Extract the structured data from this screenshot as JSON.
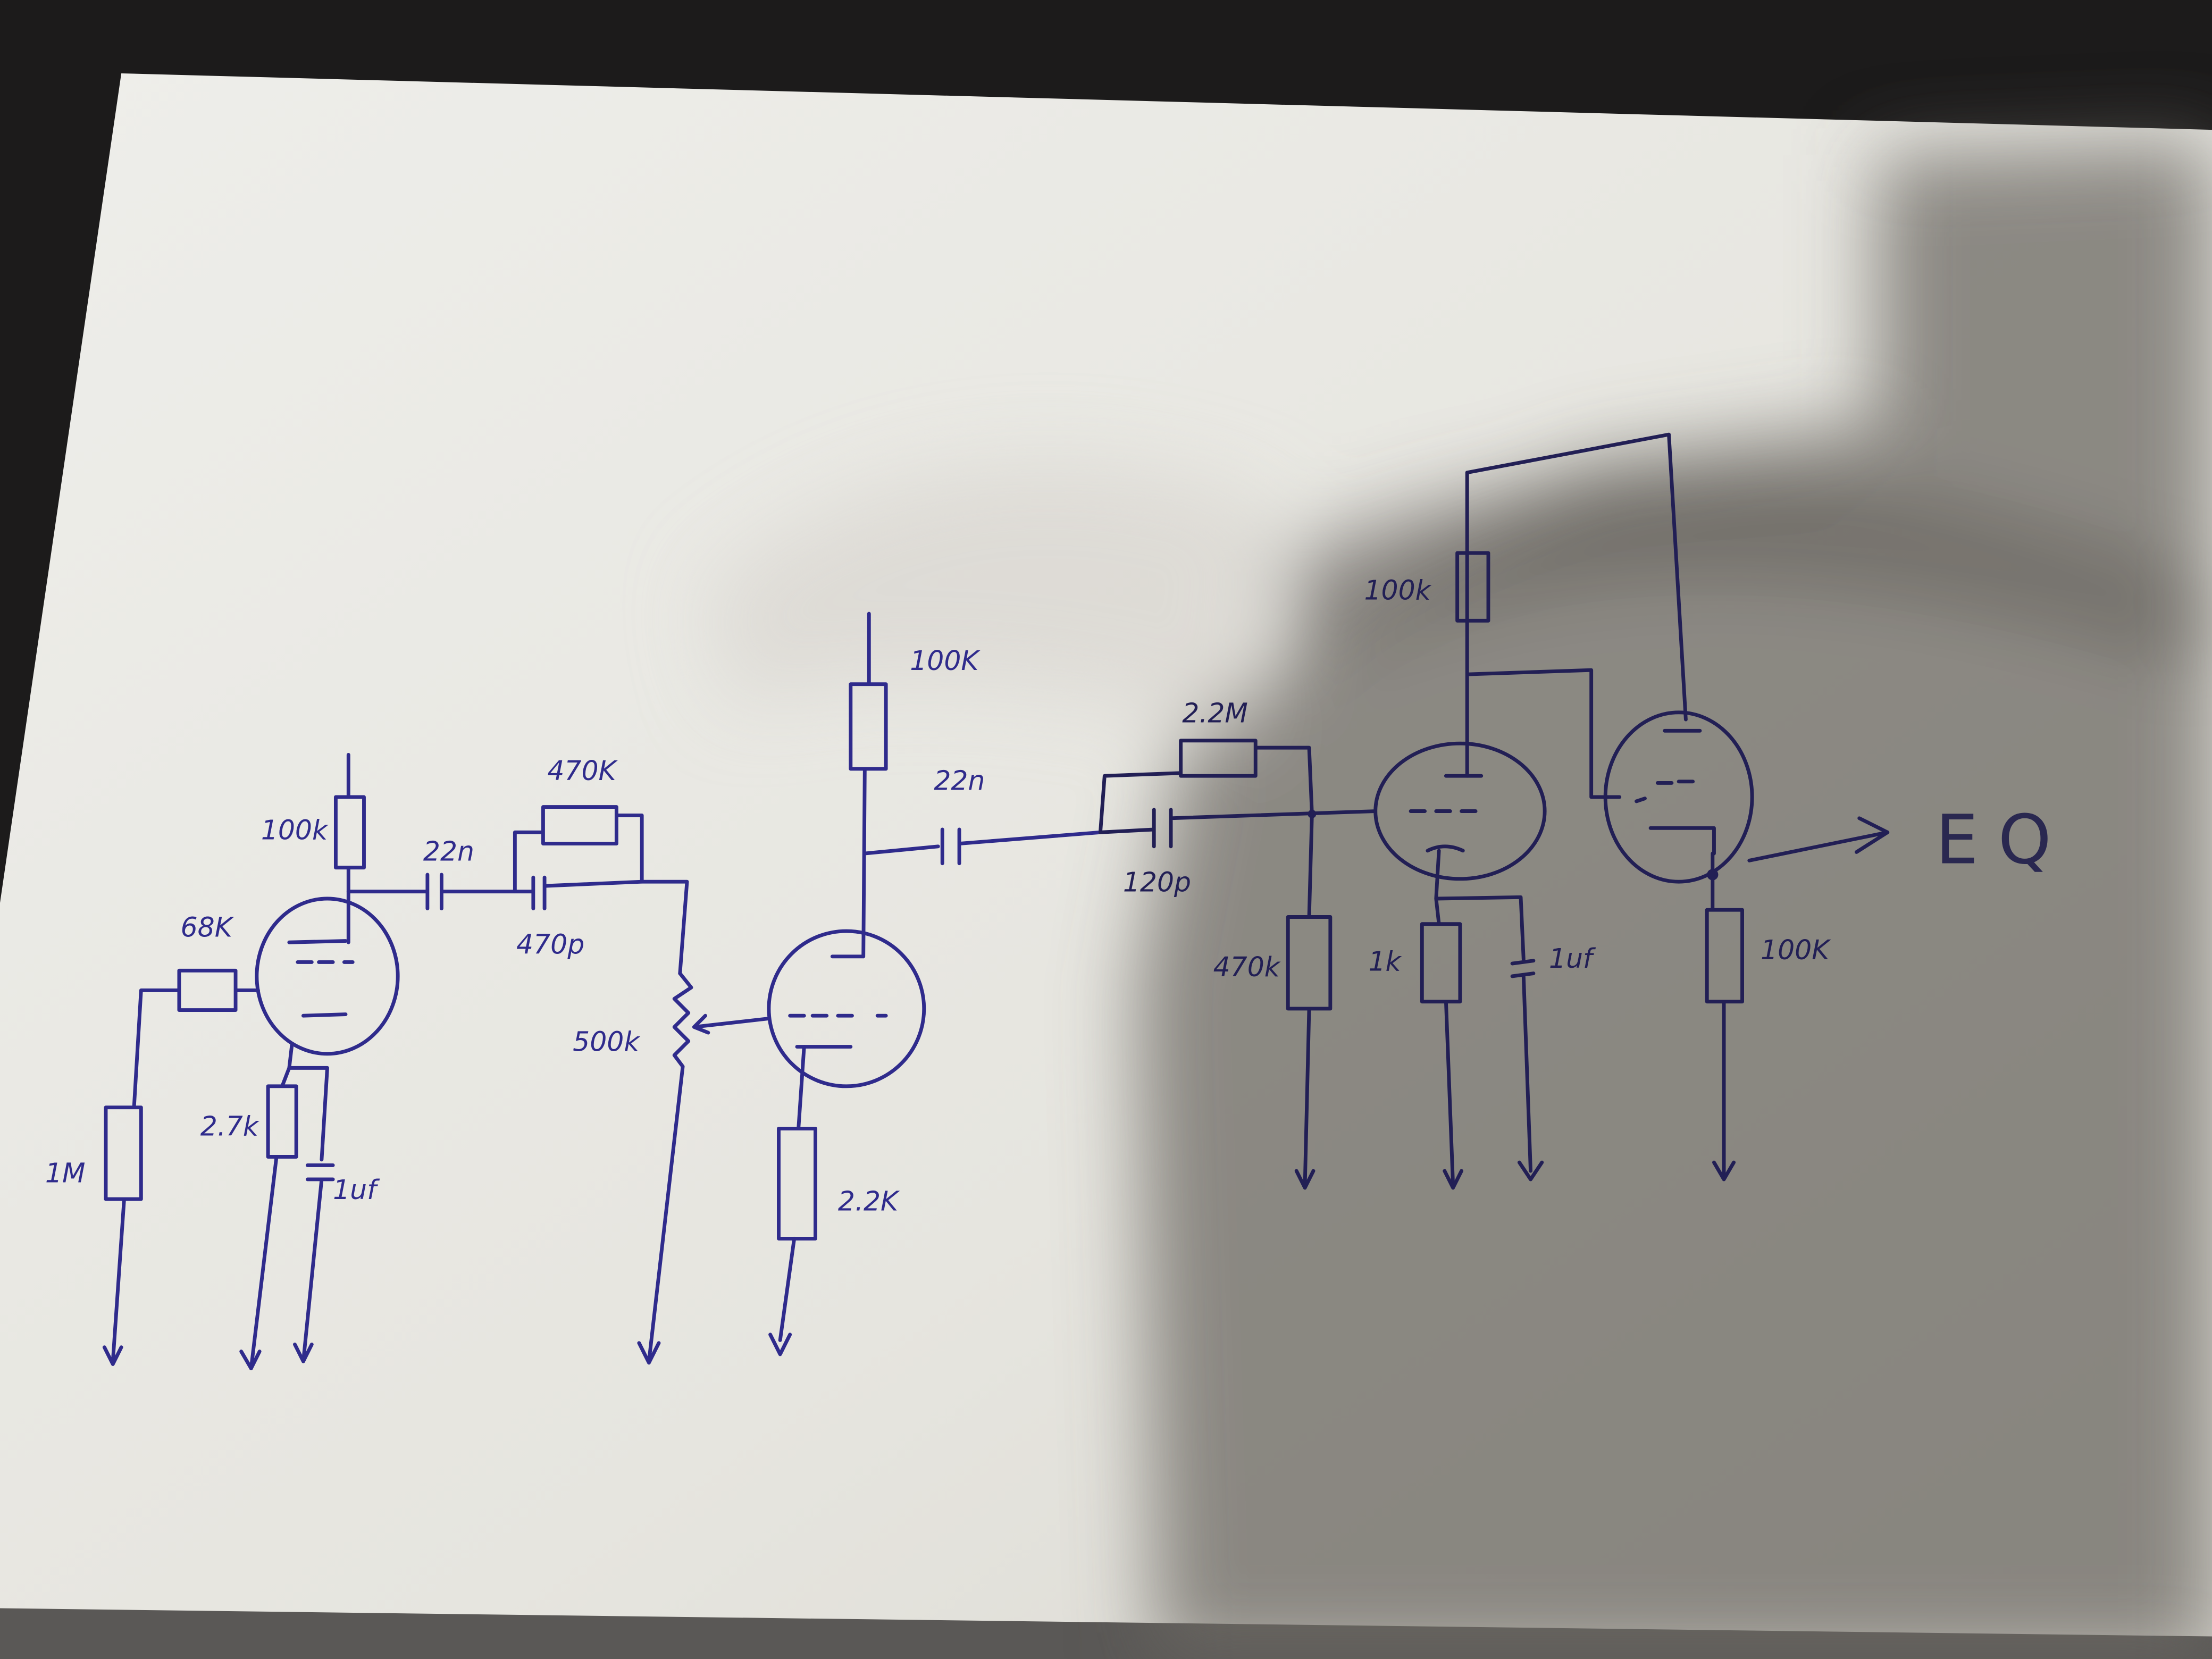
{
  "diagram": {
    "type": "hand-drawn vacuum tube preamp schematic",
    "stage1": {
      "plate_resistor": "100k",
      "grid_resistor": "68K",
      "grid_leak": "1M",
      "cathode_resistor": "2.7k",
      "cathode_cap": "1uf",
      "coupling_cap": "22n",
      "tone_resistor": "470K",
      "tone_cap": "470p",
      "pot": "500k"
    },
    "stage2": {
      "plate_resistor": "100K",
      "coupling_cap": "22n",
      "cathode_resistor": "2.2K"
    },
    "stage3": {
      "feedback_resistor": "2.2M",
      "feedback_cap": "120p",
      "grid_leak": "470k",
      "plate_resistor": "100k",
      "cathode_resistor": "1k",
      "cathode_cap": "1uf",
      "follower_cathode_resistor": "100K"
    },
    "output_label": "EQ"
  },
  "colors": {
    "ink": "#2f2b8c",
    "paper": "#ecebe6",
    "background": "#1c1b1b"
  }
}
